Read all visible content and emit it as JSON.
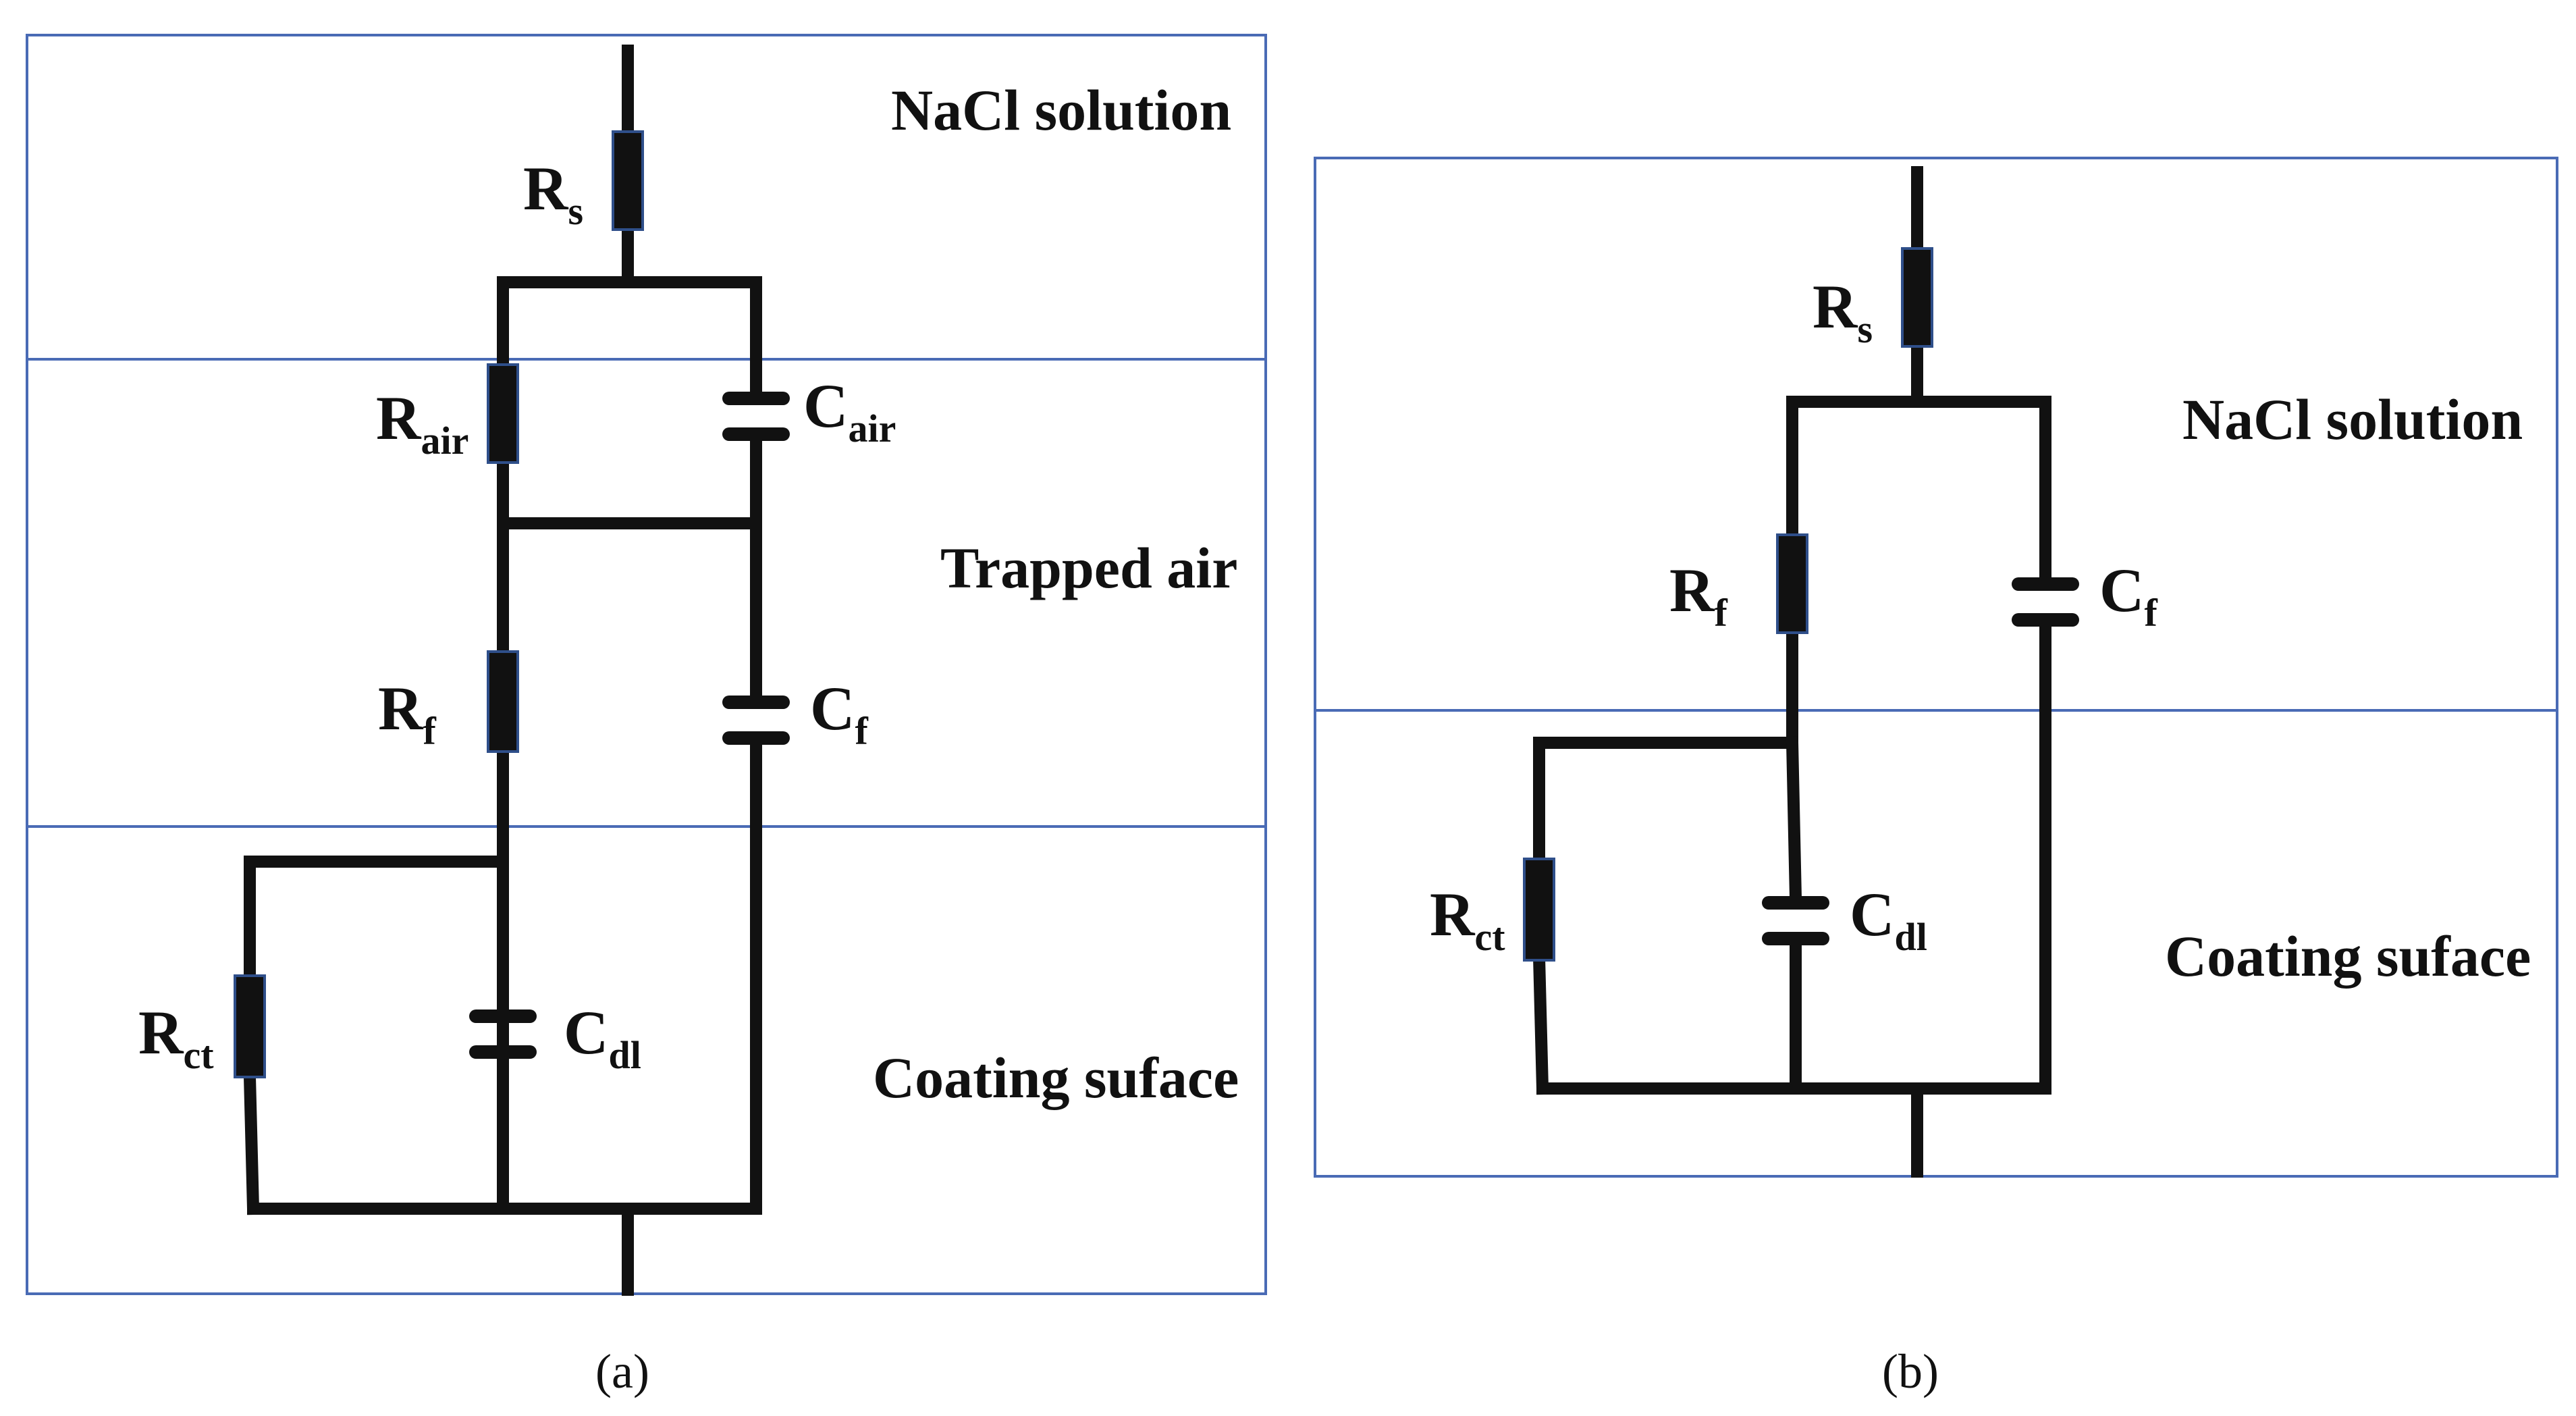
{
  "diagram_a": {
    "caption": "(a)",
    "regions": [
      "NaCl solution",
      "Trapped air",
      "Coating suface"
    ],
    "components": {
      "rs": {
        "base": "R",
        "sub": "s"
      },
      "rair": {
        "base": "R",
        "sub": "air"
      },
      "cair": {
        "base": "C",
        "sub": "air"
      },
      "rf": {
        "base": "R",
        "sub": "f"
      },
      "cf": {
        "base": "C",
        "sub": "f"
      },
      "rct": {
        "base": "R",
        "sub": "ct"
      },
      "cdl": {
        "base": "C",
        "sub": "dl"
      }
    }
  },
  "diagram_b": {
    "caption": "(b)",
    "regions": [
      "NaCl solution",
      "Coating suface"
    ],
    "components": {
      "rs": {
        "base": "R",
        "sub": "s"
      },
      "rf": {
        "base": "R",
        "sub": "f"
      },
      "cf": {
        "base": "C",
        "sub": "f"
      },
      "rct": {
        "base": "R",
        "sub": "ct"
      },
      "cdl": {
        "base": "C",
        "sub": "dl"
      }
    }
  },
  "colors": {
    "frame": "#4a6bb5",
    "wire": "#111111",
    "resistor_outline": "#2f4f8a"
  }
}
